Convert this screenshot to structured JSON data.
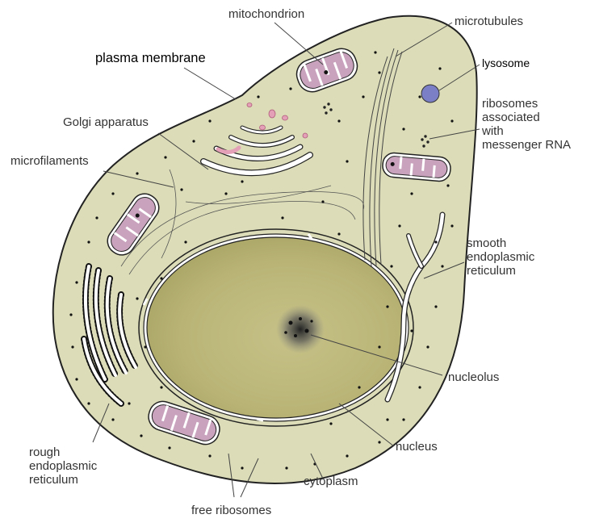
{
  "labels": {
    "mitochondrion": "mitochondrion",
    "microtubules": "microtubules",
    "plasma_membrane": "plasma membrane",
    "lysosome": "lysosome",
    "golgi_apparatus": "Golgi apparatus",
    "ribosomes_mrna": [
      "ribosomes",
      "associated",
      "with",
      "messenger RNA"
    ],
    "microfilaments": "microfilaments",
    "smooth_er": [
      "smooth",
      "endoplasmic",
      "reticulum"
    ],
    "nucleolus": "nucleolus",
    "rough_er": [
      "rough",
      "endoplasmic",
      "reticulum"
    ],
    "nucleus": "nucleus",
    "cytoplasm": "cytoplasm",
    "free_ribosomes": "free ribosomes"
  },
  "colors": {
    "cytoplasm": "#dcddb8",
    "nucleus": "#bdb77b",
    "mitochondrion": "#c9a3bd",
    "golgi_vesicle": "#e3a0b7",
    "lysosome": "#7b7fc6",
    "outline": "#222222",
    "leader_line": "#444444"
  }
}
